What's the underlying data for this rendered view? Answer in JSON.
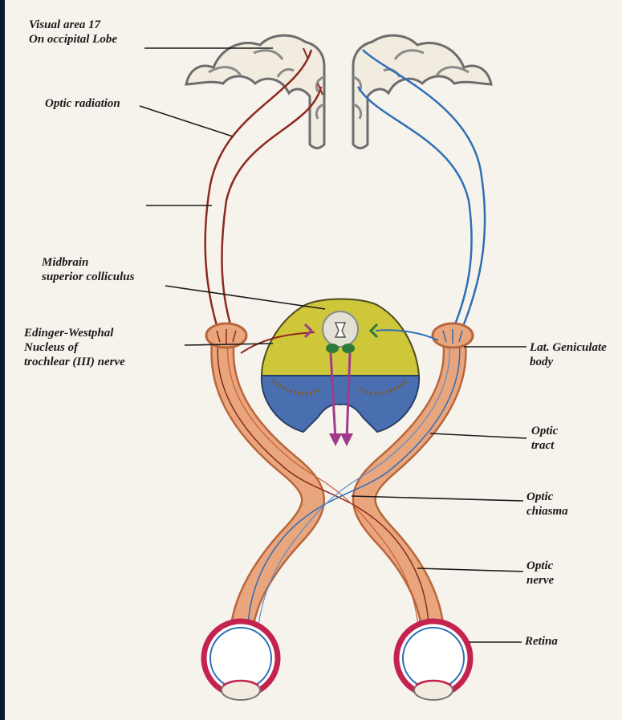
{
  "labels": {
    "visual_area": [
      "Visual area 17",
      "On occipital Lobe"
    ],
    "optic_radiation": "Optic radiation",
    "midbrain": [
      "Midbrain",
      "superior colliculus"
    ],
    "edinger": [
      "Edinger-Westphal",
      "Nucleus of",
      "trochlear (III) nerve"
    ],
    "lat_geniculate": [
      "Lat. Geniculate",
      "body"
    ],
    "optic_tract": [
      "Optic",
      "tract"
    ],
    "optic_chiasma": [
      "Optic",
      "chiasma"
    ],
    "optic_nerve": [
      "Optic",
      "nerve"
    ],
    "retina": "Retina"
  },
  "colors": {
    "tract_fill": "#e9a57c",
    "tract_edge": "#b8663c",
    "red_fiber": "#8c2a1e",
    "blue_fiber": "#2e6fb6",
    "midbrain_fill": "#cfc73a",
    "peduncle_fill": "#4a6fb0",
    "nucleus_fill": "#2d7a3a",
    "eye_outer": "#c4234f",
    "cortex_fill": "#f1ecdf"
  },
  "icons": [
    "cortex",
    "midbrain-section",
    "lateral-geniculate-body",
    "eyeball"
  ]
}
